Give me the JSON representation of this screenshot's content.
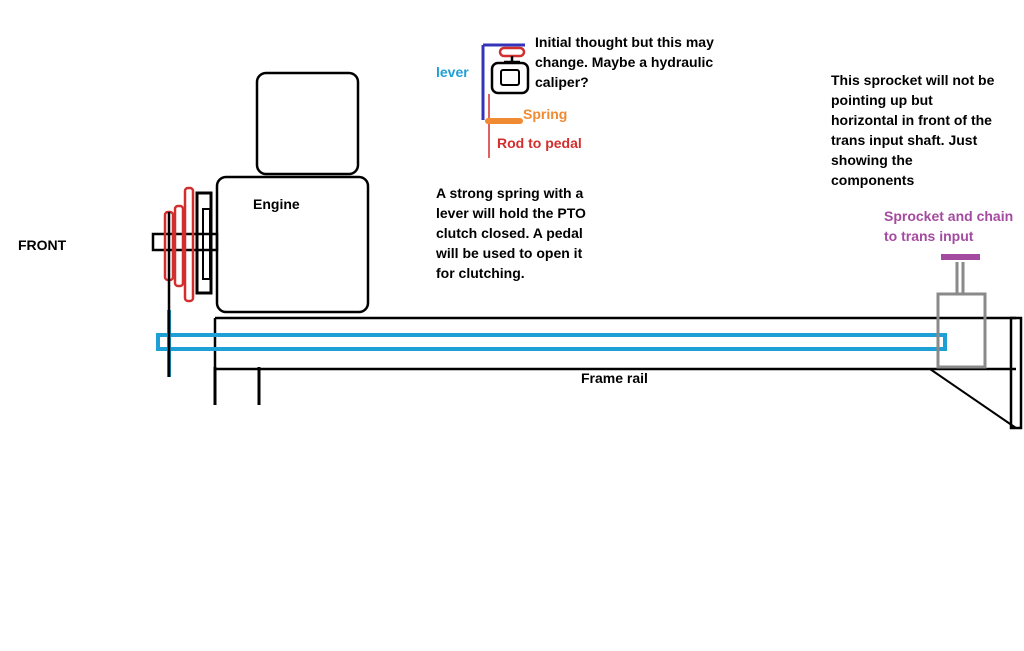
{
  "colors": {
    "outline": "#000000",
    "shaft": "#1e9fd6",
    "pulley": "#d22e2e",
    "lever": "#3434b8",
    "spring": "#f08a33",
    "rod": "#d22e2e",
    "sprocket": "#a44aa0",
    "housing": "#8a8a8a"
  },
  "labels": {
    "front": "FRONT",
    "engine": "Engine",
    "frame_rail": "Frame rail",
    "lever": "lever",
    "spring": "Spring",
    "rod_to_pedal": "Rod to pedal",
    "caliper_note": [
      "Initial thought but this may",
      "change. Maybe a hydraulic",
      "caliper?"
    ],
    "pto_note": [
      "A strong spring with a",
      "lever will hold the PTO",
      "clutch closed. A pedal",
      "will be used to open it",
      "for clutching."
    ],
    "sprocket_note": [
      "This sprocket will not be",
      "pointing up but",
      "horizontal in front of the",
      "trans input shaft. Just",
      "showing the",
      "components"
    ],
    "sprocket_label": [
      "Sprocket and chain",
      "to trans input"
    ]
  },
  "icons": [
    "engine-block-shape",
    "pulley-stack-shape",
    "clutch-caliper-shape",
    "sprocket-shape"
  ]
}
